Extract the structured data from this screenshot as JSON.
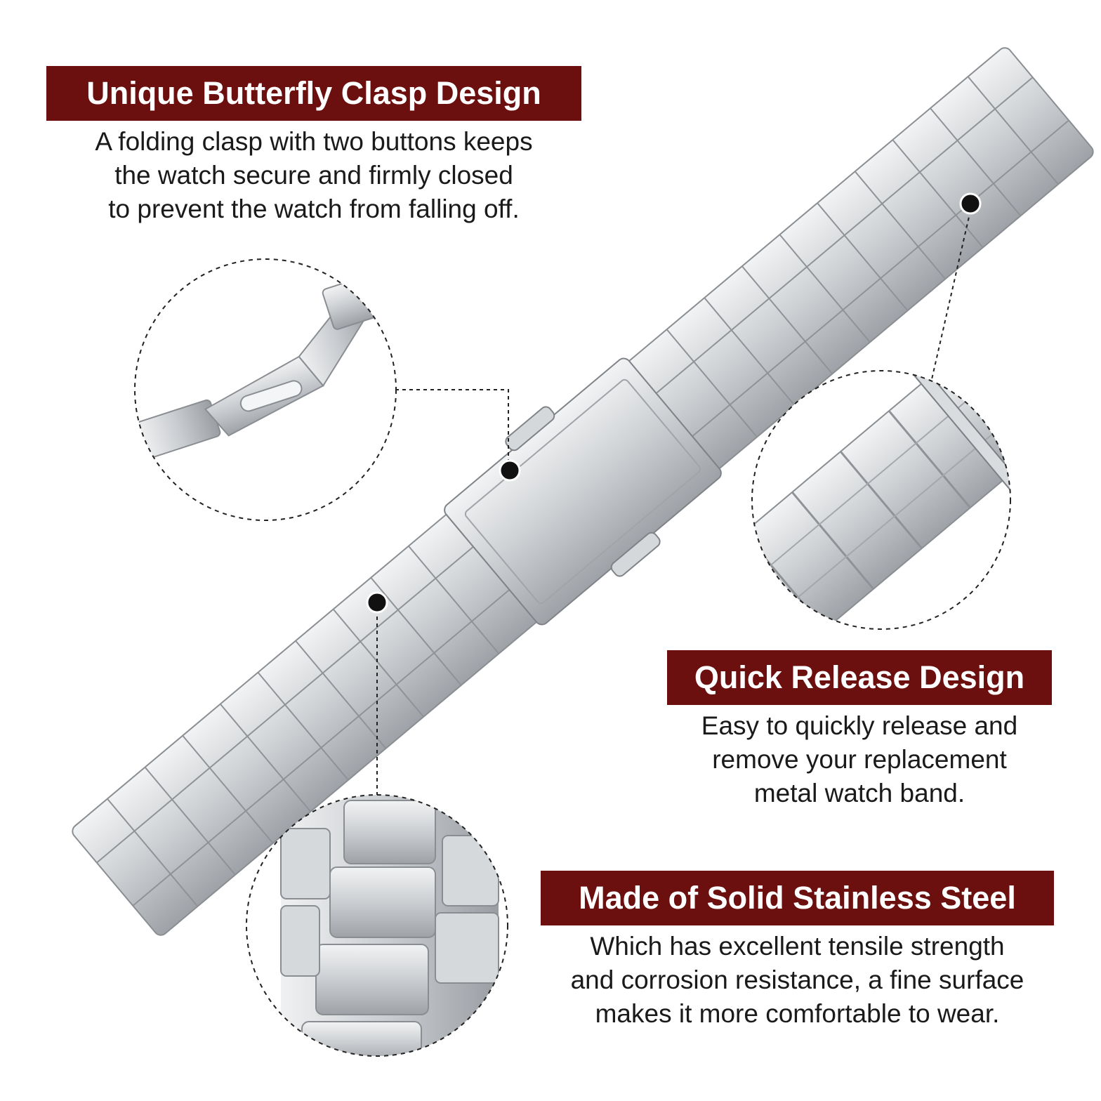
{
  "colors": {
    "banner": "#6b0f0f",
    "steel_light": "#e4e6e8",
    "steel_mid": "#c4c7ca",
    "steel_dark": "#8d9196",
    "dot": "#111111"
  },
  "features": [
    {
      "title": "Unique Butterfly Clasp Design",
      "lines": [
        "A folding clasp with two buttons keeps",
        "the watch secure and firmly closed",
        "to prevent the watch from falling off."
      ]
    },
    {
      "title": "Quick Release Design",
      "lines": [
        "Easy to quickly release and",
        "remove your replacement",
        "metal watch band."
      ]
    },
    {
      "title": "Made of Solid Stainless Steel",
      "lines": [
        "Which has excellent tensile strength",
        "and corrosion resistance, a fine surface",
        "makes it more comfortable to wear."
      ]
    }
  ],
  "callouts": [
    {
      "icon": "folding-clasp-closeup",
      "target": "clasp"
    },
    {
      "icon": "quick-release-pin-closeup",
      "target": "band-end"
    },
    {
      "icon": "steel-links-closeup",
      "target": "links"
    }
  ]
}
